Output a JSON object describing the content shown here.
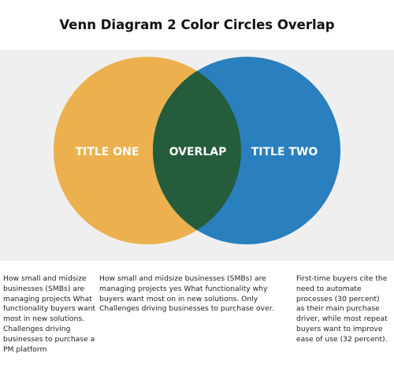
{
  "title": "Venn Diagram 2 Color Circles Overlap",
  "colors": {
    "band": "#efefef",
    "left_circle": "#ecb14e",
    "right_circle": "#2a7fbe",
    "overlap": "#255c3b",
    "label": "#ffffff"
  },
  "labels": {
    "left": "TITLE ONE",
    "overlap": "OVERLAP",
    "right": "TITLE TWO"
  },
  "captions": {
    "left": "How small and midsize businesses (SMBs) are managing projects What functionality buyers want most in new solutions. Challenges driving businesses to purchase a PM platform",
    "middle": "How small and midsize businesses (SMBs) are managing projects yes What functionality why buyers want most on in new solutions. Only Challenges driving businesses to purchase over.",
    "right": "First-time buyers cite the need to automate processes (30 percent) as their main purchase driver, while most repeat buyers want to improve ease of use (32 percent)."
  }
}
